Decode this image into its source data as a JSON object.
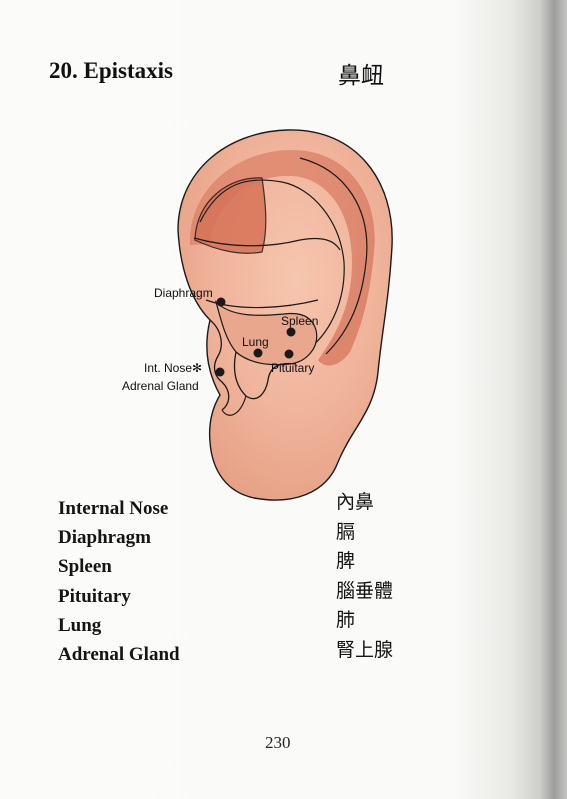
{
  "page": {
    "title": "20. Epistaxis",
    "title_chinese": "鼻衄",
    "page_number": "230"
  },
  "diagram": {
    "points": [
      {
        "label": "Diaphragm"
      },
      {
        "label": "Spleen"
      },
      {
        "label": "Lung"
      },
      {
        "label": "Pituitary"
      },
      {
        "label": "Int. Nose✻"
      },
      {
        "label": "Adrenal Gland"
      }
    ],
    "colors": {
      "skin": "#f0b49c",
      "shade": "#d06a50",
      "outline": "#1a1a1a"
    }
  },
  "points_list": {
    "english": [
      "Internal Nose",
      "Diaphragm",
      "Spleen",
      "Pituitary",
      "Lung",
      "Adrenal Gland"
    ],
    "chinese": [
      "內鼻",
      "膈",
      "脾",
      "腦垂體",
      "肺",
      "腎上腺"
    ]
  }
}
